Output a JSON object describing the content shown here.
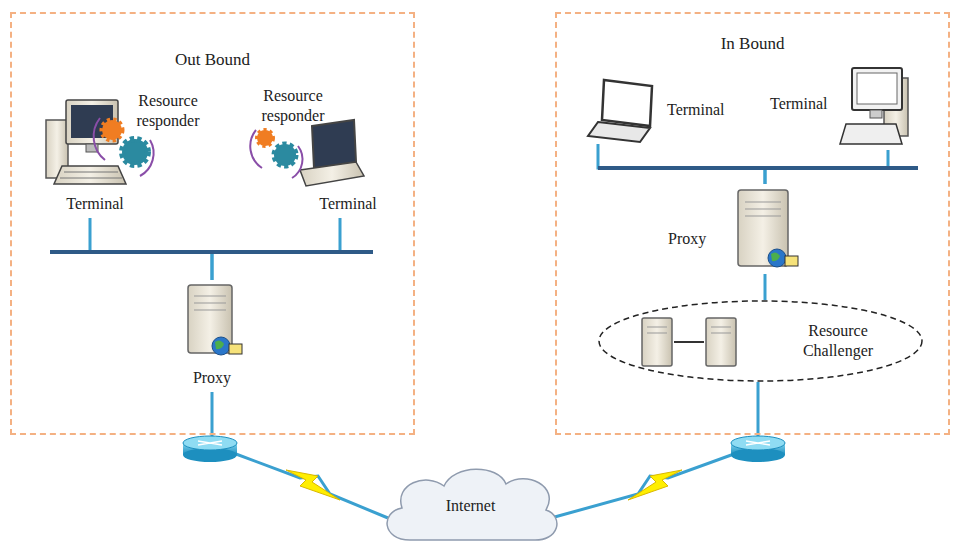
{
  "diagram": {
    "nodes": [
      {
        "text": [
          "Out Bound"
        ]
      },
      {
        "text": [
          "Resource responder",
          "Terminal"
        ],
        "in": 0
      },
      {
        "text": [
          "Resource responder",
          "Terminal"
        ],
        "in": 0
      },
      {
        "text": [
          "Proxy"
        ],
        "in": 0
      },
      {
        "text": [
          "In Bound"
        ]
      },
      {
        "text": [
          "Terminal"
        ],
        "in": 4
      },
      {
        "text": [
          "Terminal"
        ],
        "in": 4
      },
      {
        "text": [
          "Proxy"
        ],
        "in": 4
      },
      {
        "text": [
          "Resource Challenger"
        ],
        "in": 4
      },
      {
        "text": [
          "Internet"
        ]
      }
    ],
    "edges": [
      {
        "from": 1,
        "to": 3,
        "arrow": "none"
      },
      {
        "from": 2,
        "to": 3,
        "arrow": "none"
      },
      {
        "from": 5,
        "to": 7,
        "arrow": "none"
      },
      {
        "from": 6,
        "to": 7,
        "arrow": "none"
      },
      {
        "from": 7,
        "to": 8,
        "arrow": "none"
      },
      {
        "from": 3,
        "to": 9,
        "arrow": "none"
      },
      {
        "from": 8,
        "to": 9,
        "arrow": "none"
      }
    ]
  }
}
